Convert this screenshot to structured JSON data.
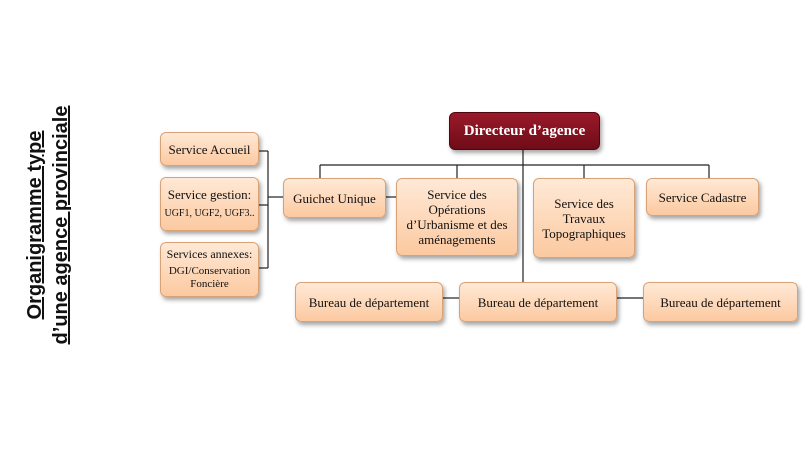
{
  "side_title": {
    "line1": "Organigramme type",
    "line2": "d’une agence provinciale"
  },
  "director": "Directeur d’agence",
  "left_services": {
    "accueil": "Service Accueil",
    "gestion": {
      "line1": "Service gestion:",
      "line2": "UGF1, UGF2, UGF3.."
    },
    "annexes": {
      "line1": "Services annexes:",
      "line2": "DGI/Conservation",
      "line3": "Foncière"
    }
  },
  "services": {
    "guichet": "Guichet Unique",
    "urbanisme": {
      "line1": "Service des",
      "line2": "Opérations",
      "line3": "d’Urbanisme et des",
      "line4": "aménagements"
    },
    "travaux": {
      "line1": "Service des",
      "line2": "Travaux",
      "line3": "Topographiques"
    },
    "cadastre": "Service Cadastre"
  },
  "bureaus": {
    "left": "Bureau de département",
    "center": "Bureau de département",
    "right": "Bureau de département"
  },
  "colors": {
    "director": "#7e1020",
    "box_top": "#ffe9d6",
    "box_bottom": "#fcc9a0",
    "line": "#222222"
  }
}
